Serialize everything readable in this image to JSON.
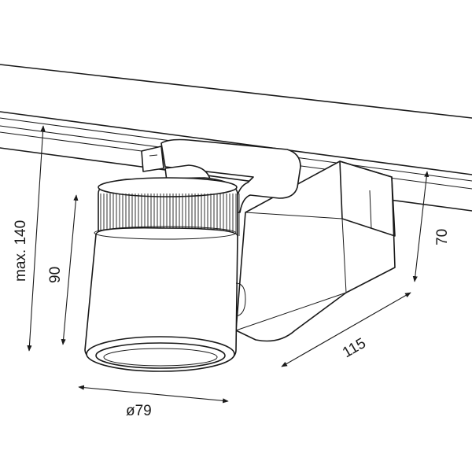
{
  "dimensions": {
    "max_height": "max. 140",
    "body_height": "90",
    "adapter_height": "70",
    "length": "115",
    "diameter": "ø79"
  }
}
